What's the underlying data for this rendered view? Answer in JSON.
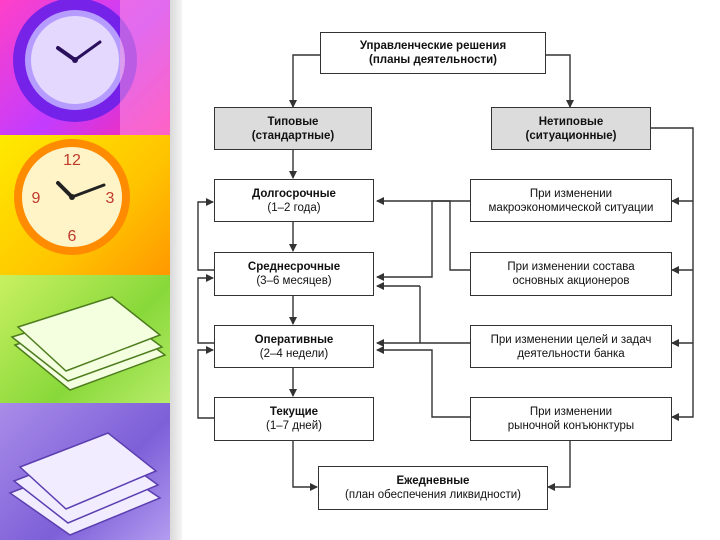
{
  "boxes": {
    "root": {
      "title": "Управленческие решения",
      "sub": "(планы деятельности)"
    },
    "typical": {
      "title": "Типовые",
      "sub": "(стандартные)"
    },
    "atypical": {
      "title": "Нетиповые",
      "sub": "(ситуационные)"
    },
    "long": {
      "title": "Долгосрочные",
      "sub": "(1–2 года)"
    },
    "medium": {
      "title": "Среднесрочные",
      "sub": "(3–6 месяцев)"
    },
    "oper": {
      "title": "Оперативные",
      "sub": "(2–4 недели)"
    },
    "current": {
      "title": "Текущие",
      "sub": "(1–7 дней)"
    },
    "daily": {
      "title": "Ежедневные",
      "sub": "(план обеспечения ликвидности)"
    },
    "c1": {
      "line1": "При изменении",
      "line2": "макроэкономической ситуации"
    },
    "c2": {
      "line1": "При изменении состава",
      "line2": "основных акционеров"
    },
    "c3": {
      "line1": "При изменении целей и задач",
      "line2": "деятельности банка"
    },
    "c4": {
      "line1": "При изменении",
      "line2": "рыночной конъюнктуры"
    }
  },
  "colors": {
    "clock_top": "#7d2cff",
    "clock_bottom": "#ffb300",
    "box_gray": "#dcdcdc",
    "line": "#333333"
  },
  "icons": [
    "wall-clock-icon",
    "orange-clock-icon",
    "paper-stack-icon",
    "paper-stack-icon"
  ]
}
